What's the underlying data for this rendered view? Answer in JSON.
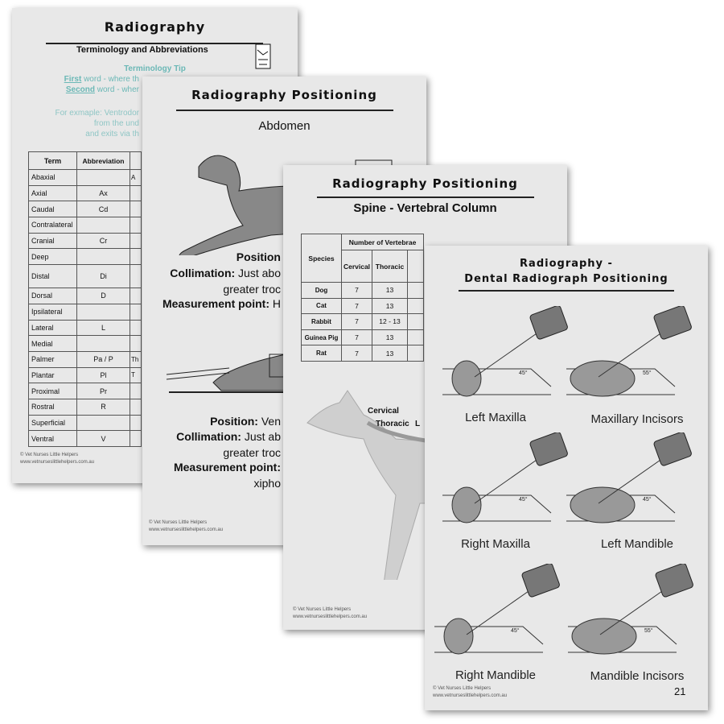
{
  "card1": {
    "title": "Radiography",
    "subtitle": "Terminology and Abbreviations",
    "tip_title": "Terminology Tip",
    "tip_first": "First",
    "tip_first_rest": " word - where th",
    "tip_second": "Second",
    "tip_second_rest": " word - wher",
    "example1": "For exmaple: Ventrodor",
    "example2": "from the und",
    "example3": "and exits via th",
    "table": {
      "headers": [
        "Term",
        "Abbreviation"
      ],
      "rows": [
        [
          "Abaxial",
          "",
          "A"
        ],
        [
          "Axial",
          "Ax",
          ""
        ],
        [
          "Caudal",
          "Cd",
          ""
        ],
        [
          "Contralateral",
          "",
          ""
        ],
        [
          "Cranial",
          "Cr",
          ""
        ],
        [
          "Deep",
          "",
          ""
        ],
        [
          "Distal",
          "Di",
          ""
        ],
        [
          "Dorsal",
          "D",
          ""
        ],
        [
          "Ipsilateral",
          "",
          ""
        ],
        [
          "Lateral",
          "L",
          ""
        ],
        [
          "Medial",
          "",
          ""
        ],
        [
          "Palmer",
          "Pa / P",
          "Th"
        ],
        [
          "Plantar",
          "Pl",
          "T"
        ],
        [
          "Proximal",
          "Pr",
          ""
        ],
        [
          "Rostral",
          "R",
          ""
        ],
        [
          "Superficial",
          "",
          ""
        ],
        [
          "Ventral",
          "V",
          ""
        ]
      ]
    },
    "footer1": "© Vet Nurses Little Helpers",
    "footer2": "www.vetnurseslittlehelpers.com.au"
  },
  "card2": {
    "title": "Radiography Positioning",
    "subtitle": "Abdomen",
    "block1": {
      "position_label": "Position",
      "coll_label": "Collimation:",
      "coll_text": " Just abo",
      "coll_text2": "greater troc",
      "meas_label": "Measurement point:",
      "meas_text": " H"
    },
    "block2": {
      "position_label": "Position:",
      "position_text": " Ven",
      "coll_label": "Collimation:",
      "coll_text": "  Just ab",
      "coll_text2": "greater troc",
      "meas_label": "Measurement point:",
      "meas_text2": "xipho"
    },
    "footer1": "© Vet Nurses Little Helpers",
    "footer2": "www.vetnurseslittlehelpers.com.au"
  },
  "card3": {
    "title": "Radiography Positioning",
    "subtitle": "Spine - Vertebral Column",
    "table": {
      "group_header": "Number of Vertebrae",
      "species_header": "Species",
      "headers": [
        "Cervical",
        "Thoracic"
      ],
      "rows": [
        [
          "Dog",
          "7",
          "13"
        ],
        [
          "Cat",
          "7",
          "13"
        ],
        [
          "Rabbit",
          "7",
          "12 - 13"
        ],
        [
          "Guinea Pig",
          "7",
          "13"
        ],
        [
          "Rat",
          "7",
          "13"
        ]
      ]
    },
    "labels": {
      "cervical": "Cervical",
      "thoracic": "Thoracic",
      "lumbar": "L"
    },
    "footer1": "© Vet Nurses Little Helpers",
    "footer2": "www.vetnurseslittlehelpers.com.au"
  },
  "card4": {
    "title1": "Radiography -",
    "title2": "Dental Radiograph Positioning",
    "views": [
      {
        "label": "Left Maxilla",
        "angle": "45°"
      },
      {
        "label": "Maxillary Incisors",
        "angle": "55°"
      },
      {
        "label": "Right Maxilla",
        "angle": "45°"
      },
      {
        "label": "Left Mandible",
        "angle": "45°"
      },
      {
        "label": "Right Mandible",
        "angle": "45°"
      },
      {
        "label": "Mandible Incisors",
        "angle": "55°"
      }
    ],
    "page_number": "21",
    "footer1": "© Vet Nurses Little Helpers",
    "footer2": "www.vetnurseslittlehelpers.com.au"
  }
}
